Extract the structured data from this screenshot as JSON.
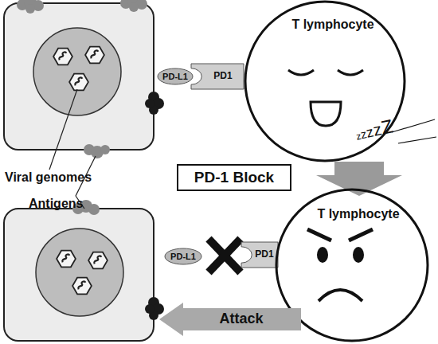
{
  "diagram": {
    "nodes": [
      {
        "text": [
          "PD-L1"
        ]
      },
      {
        "text": [
          "PD1"
        ]
      },
      {
        "text": [
          "T lymphocyte"
        ]
      },
      {
        "text": [
          "PD-1 Block"
        ]
      },
      {
        "text": [
          "PD-L1"
        ]
      },
      {
        "text": [
          "PD1"
        ]
      },
      {
        "text": [
          "T lymphocyte"
        ]
      },
      {
        "text": [
          "Attack"
        ]
      }
    ],
    "labels": [
      "Viral genomes",
      "Antigens",
      "zzzzZ"
    ]
  }
}
